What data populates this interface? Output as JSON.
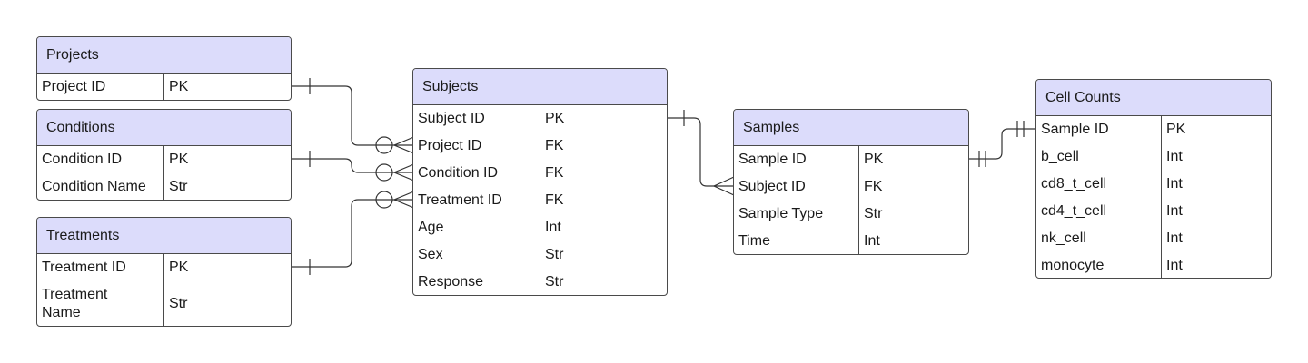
{
  "colors": {
    "header_fill": "#dcdcfb",
    "border": "#4a4a4a",
    "background": "#ffffff"
  },
  "entities": {
    "projects": {
      "title": "Projects",
      "rows": [
        {
          "name": "Project ID",
          "type": "PK"
        }
      ]
    },
    "conditions": {
      "title": "Conditions",
      "rows": [
        {
          "name": "Condition ID",
          "type": "PK"
        },
        {
          "name": "Condition Name",
          "type": "Str"
        }
      ]
    },
    "treatments": {
      "title": "Treatments",
      "rows": [
        {
          "name": "Treatment ID",
          "type": "PK"
        },
        {
          "name": "Treatment Name",
          "type": "Str"
        }
      ]
    },
    "subjects": {
      "title": "Subjects",
      "rows": [
        {
          "name": "Subject ID",
          "type": "PK"
        },
        {
          "name": "Project ID",
          "type": "FK"
        },
        {
          "name": "Condition ID",
          "type": "FK"
        },
        {
          "name": "Treatment ID",
          "type": "FK"
        },
        {
          "name": "Age",
          "type": "Int"
        },
        {
          "name": "Sex",
          "type": "Str"
        },
        {
          "name": "Response",
          "type": "Str"
        }
      ]
    },
    "samples": {
      "title": "Samples",
      "rows": [
        {
          "name": "Sample ID",
          "type": "PK"
        },
        {
          "name": "Subject ID",
          "type": "FK"
        },
        {
          "name": "Sample Type",
          "type": "Str"
        },
        {
          "name": "Time",
          "type": "Int"
        }
      ]
    },
    "cell_counts": {
      "title": "Cell Counts",
      "rows": [
        {
          "name": "Sample ID",
          "type": "PK"
        },
        {
          "name": "b_cell",
          "type": "Int"
        },
        {
          "name": "cd8_t_cell",
          "type": "Int"
        },
        {
          "name": "cd4_t_cell",
          "type": "Int"
        },
        {
          "name": "nk_cell",
          "type": "Int"
        },
        {
          "name": "monocyte",
          "type": "Int"
        }
      ]
    }
  },
  "relationships": [
    {
      "from": "projects",
      "to": "subjects",
      "from_field": "Project ID",
      "to_field": "Project ID",
      "from_end": "one",
      "to_end": "zero-or-many"
    },
    {
      "from": "conditions",
      "to": "subjects",
      "from_field": "Condition ID",
      "to_field": "Condition ID",
      "from_end": "one",
      "to_end": "zero-or-many"
    },
    {
      "from": "treatments",
      "to": "subjects",
      "from_field": "Treatment ID",
      "to_field": "Treatment ID",
      "from_end": "one",
      "to_end": "zero-or-many"
    },
    {
      "from": "subjects",
      "to": "samples",
      "from_field": "Subject ID",
      "to_field": "Subject ID",
      "from_end": "one",
      "to_end": "many"
    },
    {
      "from": "samples",
      "to": "cell_counts",
      "from_field": "Sample ID",
      "to_field": "Sample ID",
      "from_end": "one-and-only-one",
      "to_end": "one-and-only-one"
    }
  ]
}
